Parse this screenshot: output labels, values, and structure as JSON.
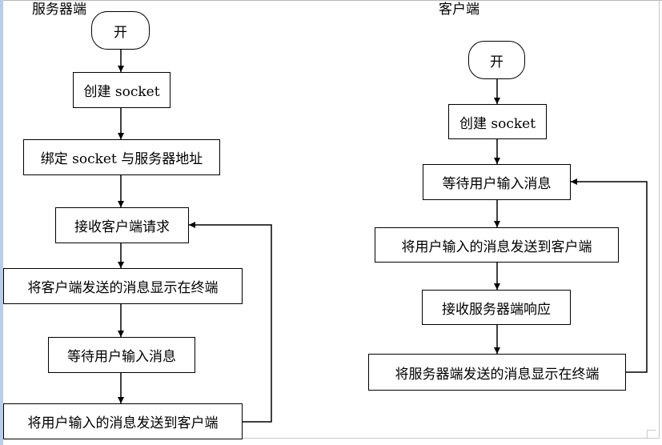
{
  "server": {
    "title": "服务器端",
    "start": "开",
    "steps": [
      "创建 socket",
      "绑定 socket 与服务器地址",
      "接收客户端请求",
      "将客户端发送的消息显示在终端",
      "等待用户输入消息",
      "将用户输入的消息发送到客户端"
    ]
  },
  "client": {
    "title": "客户端",
    "start": "开",
    "steps": [
      "创建 socket",
      "等待用户输入消息",
      "将用户输入的消息发送到客户端",
      "接收服务器端响应",
      "将服务器端发送的消息显示在终端"
    ]
  },
  "colors": {
    "stroke": "#000000",
    "background": "#ffffff",
    "window_edge": "#b9cde5"
  }
}
